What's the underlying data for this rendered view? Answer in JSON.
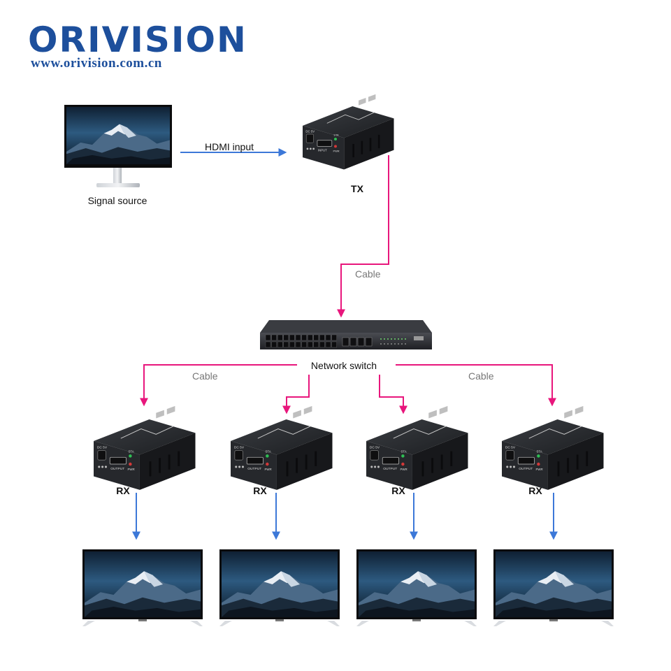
{
  "brand": {
    "name": "ORIVISION",
    "url": "www.orivision.com.cn",
    "color": "#1d4f9c"
  },
  "colors": {
    "hdmi_line": "#3c78d8",
    "cable_line": "#e8167c",
    "device_body": "#26282c"
  },
  "signal_source": {
    "label": "Signal source"
  },
  "hdmi_link": {
    "label": "HDMI input"
  },
  "transmitter": {
    "label": "TX",
    "panel": {
      "dc": "DC 5V",
      "port": "INPUT",
      "sta": "STA",
      "pwr": "PWR"
    }
  },
  "uplink": {
    "label": "Cable"
  },
  "switch": {
    "label": "Network switch"
  },
  "downlinks": {
    "left_label": "Cable",
    "right_label": "Cable"
  },
  "receivers": [
    {
      "label": "RX",
      "panel": {
        "dc": "DC 5V",
        "port": "OUTPUT",
        "sta": "STA",
        "pwr": "PWR"
      }
    },
    {
      "label": "RX",
      "panel": {
        "dc": "DC 5V",
        "port": "OUTPUT",
        "sta": "STA",
        "pwr": "PWR"
      }
    },
    {
      "label": "RX",
      "panel": {
        "dc": "DC 5V",
        "port": "OUTPUT",
        "sta": "STA",
        "pwr": "PWR"
      }
    },
    {
      "label": "RX",
      "panel": {
        "dc": "DC 5V",
        "port": "OUTPUT",
        "sta": "STA",
        "pwr": "PWR"
      }
    }
  ],
  "displays_count": 4
}
